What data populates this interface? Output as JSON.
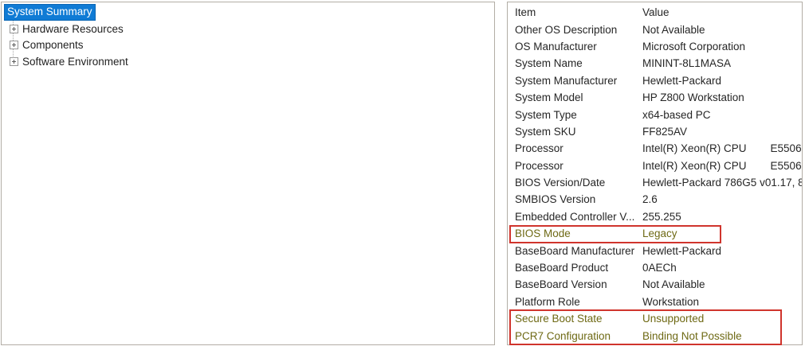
{
  "tree": {
    "selected_item": "System Summary",
    "items": [
      {
        "label": "Hardware Resources",
        "state": "collapsed"
      },
      {
        "label": "Components",
        "state": "collapsed"
      },
      {
        "label": "Software Environment",
        "state": "collapsed"
      }
    ]
  },
  "table": {
    "columns": [
      "Item",
      "Value"
    ],
    "rows": [
      {
        "item": "Other OS Description",
        "value": "Not Available",
        "highlight": false
      },
      {
        "item": "OS Manufacturer",
        "value": "Microsoft Corporation",
        "highlight": false
      },
      {
        "item": "System Name",
        "value": "MININT-8L1MASA",
        "highlight": false
      },
      {
        "item": "System Manufacturer",
        "value": "Hewlett-Packard",
        "highlight": false
      },
      {
        "item": "System Model",
        "value": "HP Z800 Workstation",
        "highlight": false
      },
      {
        "item": "System Type",
        "value": "x64-based PC",
        "highlight": false
      },
      {
        "item": "System SKU",
        "value": "FF825AV",
        "highlight": false
      },
      {
        "item": "Processor",
        "value": "Intel(R) Xeon(R) CPU        E5506",
        "highlight": false
      },
      {
        "item": "Processor",
        "value": "Intel(R) Xeon(R) CPU        E5506",
        "highlight": false
      },
      {
        "item": "BIOS Version/Date",
        "value": "Hewlett-Packard 786G5 v01.17, 8/",
        "highlight": false
      },
      {
        "item": "SMBIOS Version",
        "value": "2.6",
        "highlight": false
      },
      {
        "item": "Embedded Controller V...",
        "value": "255.255",
        "highlight": false
      },
      {
        "item": "BIOS Mode",
        "value": "Legacy",
        "highlight": true
      },
      {
        "item": "BaseBoard Manufacturer",
        "value": "Hewlett-Packard",
        "highlight": false
      },
      {
        "item": "BaseBoard Product",
        "value": "0AECh",
        "highlight": false
      },
      {
        "item": "BaseBoard Version",
        "value": "Not Available",
        "highlight": false
      },
      {
        "item": "Platform Role",
        "value": "Workstation",
        "highlight": false
      },
      {
        "item": "Secure Boot State",
        "value": "Unsupported",
        "highlight": true
      },
      {
        "item": "PCR7 Configuration",
        "value": "Binding Not Possible",
        "highlight": true
      }
    ]
  },
  "annotations": {
    "box_color": "#d0342c",
    "highlight_text_color": "#6e6914",
    "boxes": [
      {
        "target": "bios-mode-row"
      },
      {
        "target": "secure-boot-and-pcr7-rows"
      }
    ]
  },
  "colors": {
    "selection_bg": "#0f7bd5",
    "selection_border": "#0a66b4",
    "selection_text": "#ffffff",
    "panel_border": "#b2ada5"
  }
}
